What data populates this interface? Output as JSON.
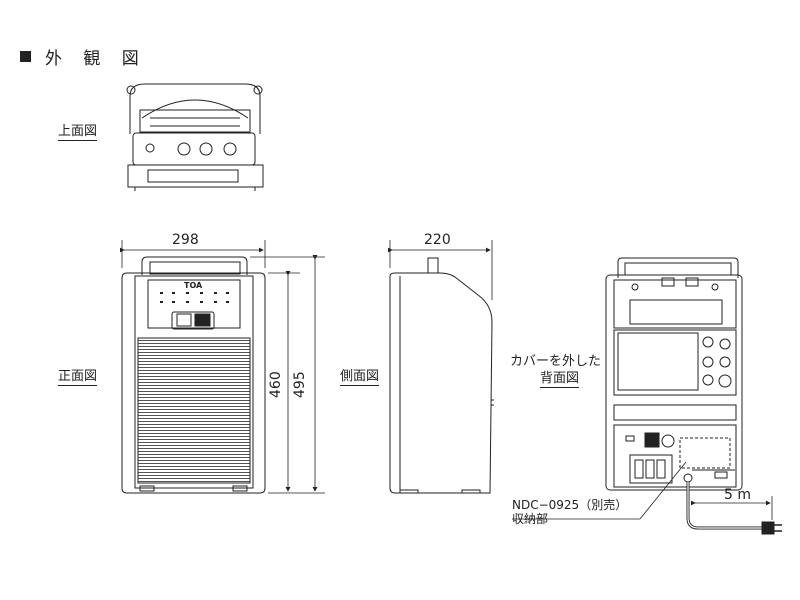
{
  "title": "外 観 図",
  "views": {
    "top": "上面図",
    "front": "正面図",
    "side": "側面図",
    "back_line1": "カバーを外した",
    "back_line2": "背面図"
  },
  "dimensions": {
    "width": "298",
    "depth": "220",
    "height_body": "460",
    "height_total": "495",
    "cable": "5 m"
  },
  "annotation": {
    "line1": "NDC−0925（別売）",
    "line2": "収納部"
  },
  "brand": "TOA"
}
